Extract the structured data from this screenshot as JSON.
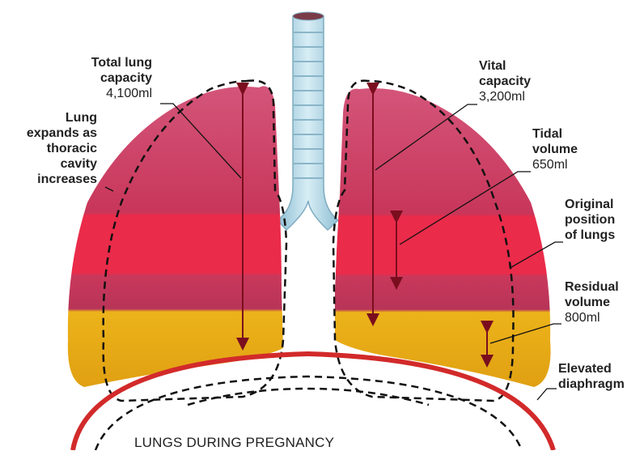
{
  "labels": {
    "total_lung_capacity": {
      "title_line1": "Total lung",
      "title_line2": "capacity",
      "value": "4,100ml"
    },
    "lung_expands": {
      "line1": "Lung",
      "line2": "expands as",
      "line3": "thoracic",
      "line4": "cavity",
      "line5": "increases"
    },
    "vital_capacity": {
      "title_line1": "Vital",
      "title_line2": "capacity",
      "value": "3,200ml"
    },
    "tidal_volume": {
      "title_line1": "Tidal",
      "title_line2": "volume",
      "value": "650ml"
    },
    "original_position": {
      "line1": "Original",
      "line2": "position",
      "line3": "of lungs"
    },
    "residual_volume": {
      "title_line1": "Residual",
      "title_line2": "volume",
      "value": "800ml"
    },
    "elevated_diaphragm": {
      "line1": "Elevated",
      "line2": "diaphragm"
    }
  },
  "caption": "LUNGS DURING PREGNANCY",
  "colors": {
    "upper_lung": "#c8365a",
    "middle_band": "#e8294a",
    "lower_band": "#e9b418",
    "trachea": "#b9dbe8",
    "diaphragm": "#d22a2a",
    "outline": "#111111"
  }
}
